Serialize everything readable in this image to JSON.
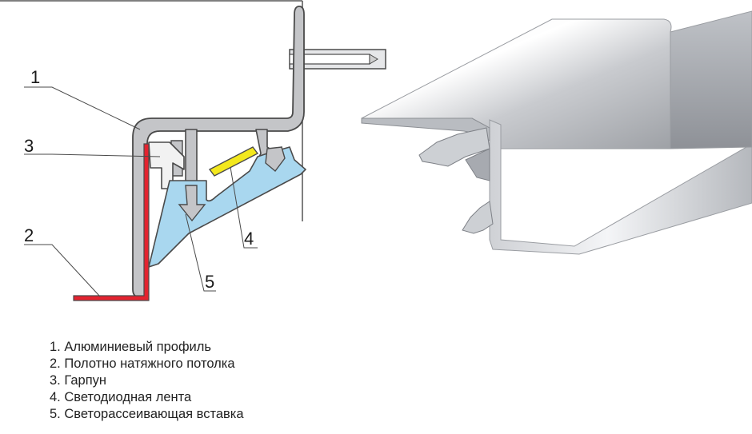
{
  "callouts": [
    "1",
    "2",
    "3",
    "4",
    "5"
  ],
  "legend": [
    "1. Алюминиевый профиль",
    "2. Полотно натяжного потолка",
    "3. Гарпун",
    "4. Светодиодная лента",
    "5. Светорассеивающая вставка"
  ],
  "colors": {
    "profile": "#c4c5c8",
    "outline": "#4a4a4a",
    "canvas": "#e3232f",
    "harpoon": "#f2f2f2",
    "led_strip": "#f3e81d",
    "diffuser": "#a9d7ef"
  }
}
